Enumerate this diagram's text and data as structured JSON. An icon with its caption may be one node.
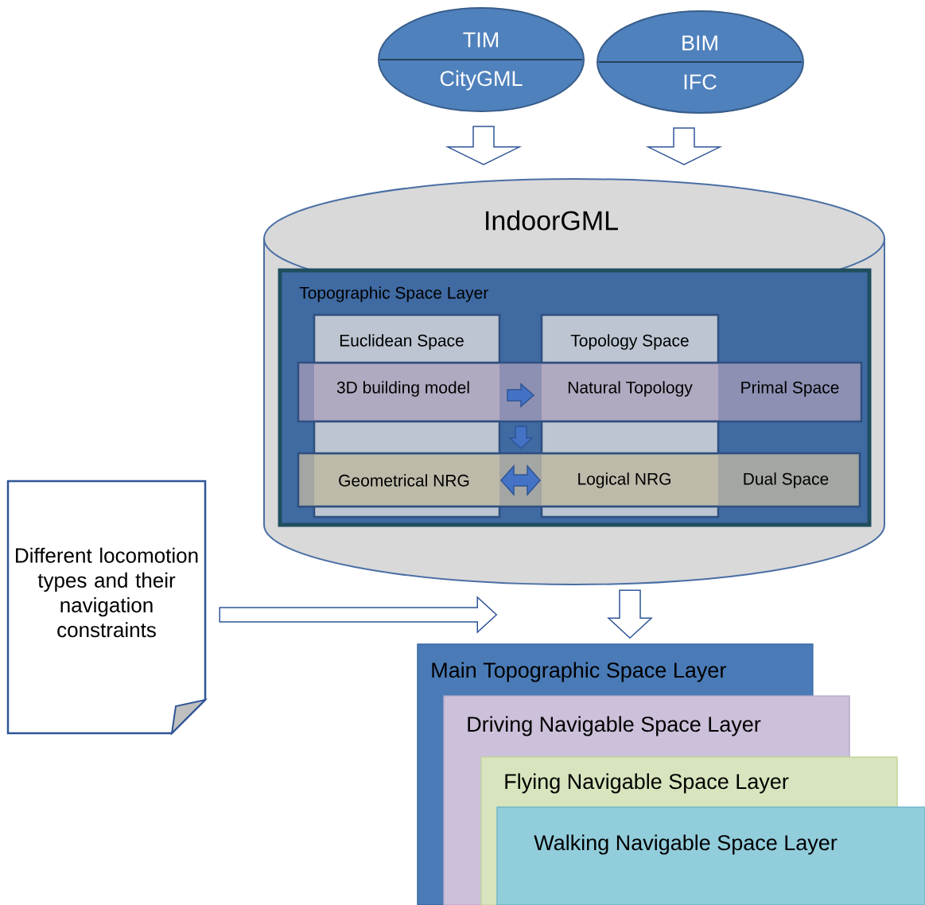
{
  "diagram": {
    "nodes": [
      {
        "text": [
          "TIM",
          "CityGML"
        ]
      },
      {
        "text": [
          "BIM",
          "IFC"
        ]
      },
      {
        "text": [
          "IndoorGML"
        ]
      },
      {
        "text": [
          "Topographic Space Layer"
        ],
        "in": 2
      },
      {
        "text": [
          "Euclidean Space"
        ],
        "in": 3
      },
      {
        "text": [
          "Topology Space"
        ],
        "in": 3
      },
      {
        "text": [
          "Primal Space"
        ],
        "in": 3
      },
      {
        "text": [
          "3D building model"
        ]
      },
      {
        "text": [
          "Natural Topology"
        ]
      },
      {
        "text": [
          "Dual Space"
        ],
        "in": 3
      },
      {
        "text": [
          "Geometrical NRG"
        ]
      },
      {
        "text": [
          "Logical NRG"
        ]
      },
      {
        "text": [
          "Different locomotion types and their navigation constraints"
        ]
      },
      {
        "text": [
          "Main Topographic Space Layer"
        ]
      },
      {
        "text": [
          "Driving Navigable Space Layer"
        ]
      },
      {
        "text": [
          "Flying Navigable Space Layer"
        ]
      },
      {
        "text": [
          "Walking Navigable Space Layer"
        ]
      }
    ],
    "edges": [
      {
        "from": 0,
        "to": 2,
        "arrow": "to"
      },
      {
        "from": 1,
        "to": 2,
        "arrow": "to"
      },
      {
        "from": 7,
        "to": 8,
        "arrow": "to",
        "color": "#2f5597"
      },
      {
        "from": 6,
        "to": 9,
        "arrow": "to",
        "color": "#2f5597"
      },
      {
        "from": 10,
        "to": 11,
        "arrow": "both",
        "color": "#2f5597"
      },
      {
        "from": 2,
        "to": 13,
        "arrow": "to"
      },
      {
        "from": 12,
        "to": 13,
        "arrow": "to"
      }
    ]
  }
}
